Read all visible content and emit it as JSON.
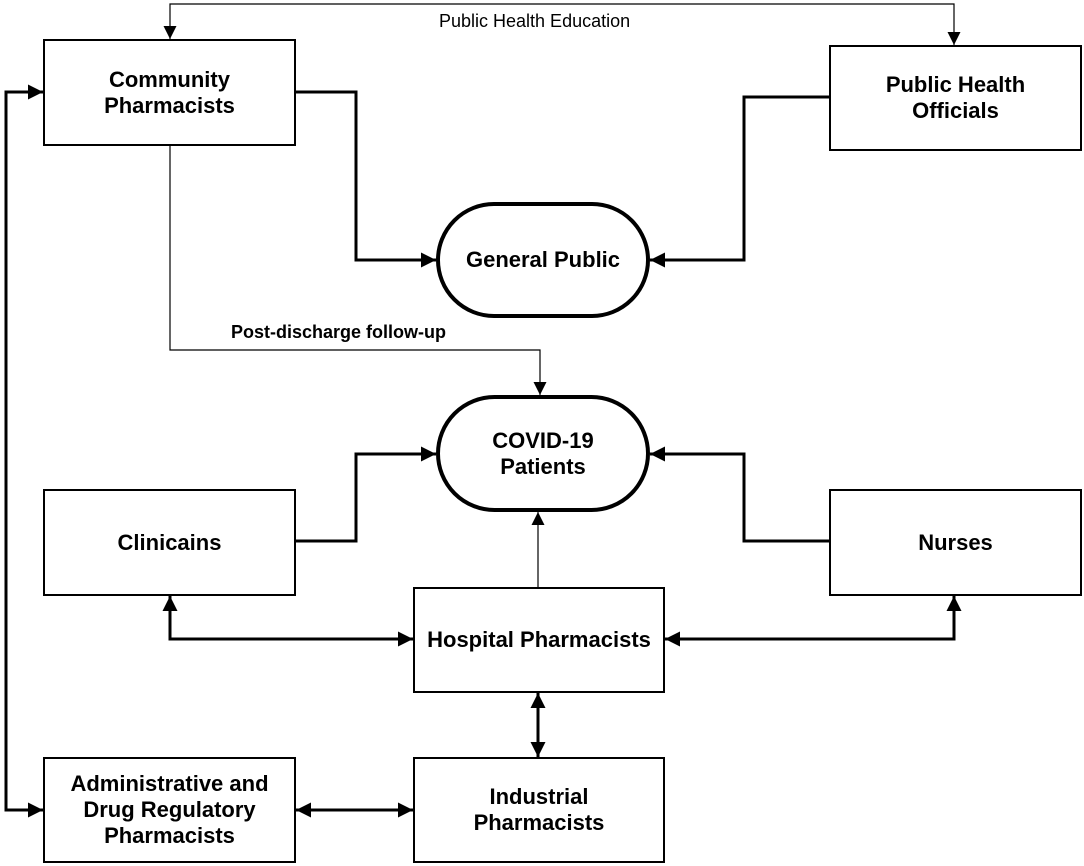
{
  "nodes": {
    "community_pharmacists": "Community\nPharmacists",
    "public_health_officials": "Public Health\nOfficials",
    "general_public": "General Public",
    "covid_patients": "COVID-19\nPatients",
    "clinicians": "Clinicains",
    "nurses": "Nurses",
    "hospital_pharmacists": "Hospital Pharmacists",
    "admin_regulatory_pharmacists": "Administrative and\nDrug Regulatory\nPharmacists",
    "industrial_pharmacists": "Industrial\nPharmacists"
  },
  "edge_labels": {
    "public_health_education": "Public Health Education",
    "post_discharge": "Post-discharge follow-up"
  }
}
